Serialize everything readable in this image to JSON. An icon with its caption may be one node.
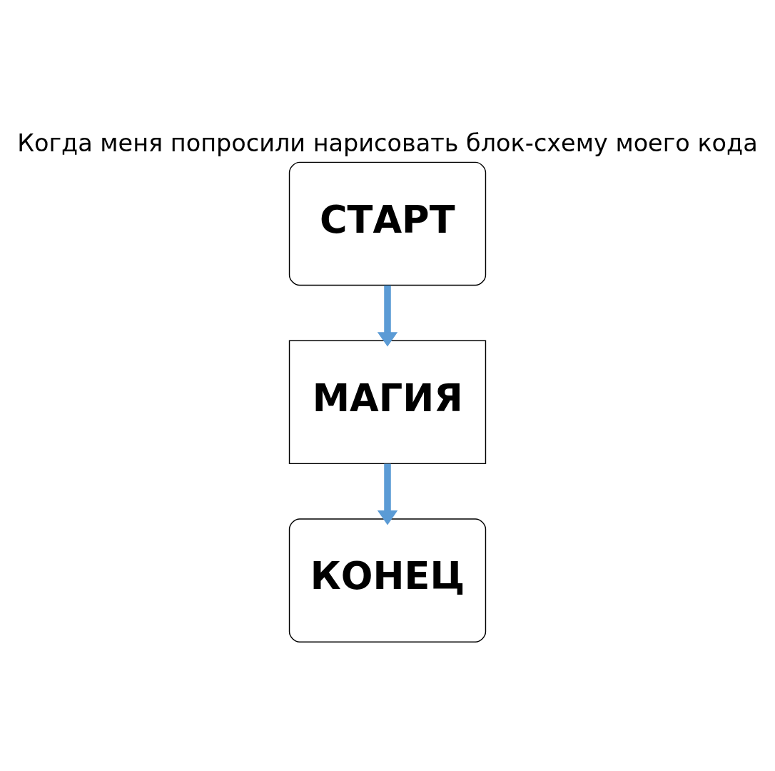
{
  "diagram": {
    "title": "Когда меня попросили нарисовать блок-схему моего кода",
    "nodes": [
      {
        "text": [
          "СТАРТ"
        ]
      },
      {
        "text": [
          "МАГИЯ"
        ]
      },
      {
        "text": [
          "КОНЕЦ"
        ]
      }
    ],
    "edges": [
      {
        "from": 0,
        "to": 1,
        "arrow": "to"
      },
      {
        "from": 1,
        "to": 2,
        "arrow": "to"
      }
    ]
  }
}
